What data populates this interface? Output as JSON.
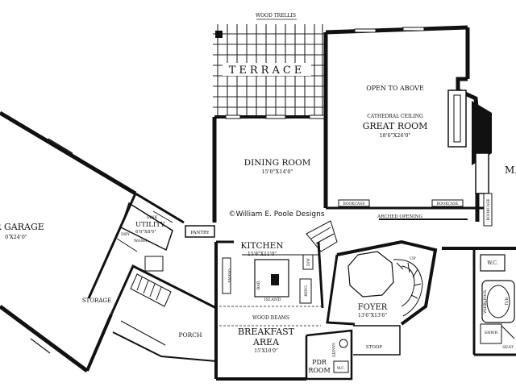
{
  "labels": {
    "wood_trellis": "WOOD TRELLIS",
    "terrace": "TERRACE",
    "open_to_above": "OPEN TO ABOVE",
    "cathedral_ceiling": "CATHEDRAL CEILING",
    "great_room": "GREAT ROOM",
    "great_room_dim": "18'6\"X26'0\"",
    "master_partial": "M.",
    "dining_room": "DINING ROOM",
    "dining_room_dim": "15'0\"X14'0\"",
    "credit": "©William E. Poole Designs",
    "bookcase_left": "BOOKCASE",
    "bookcase_right": "BOOKCASE",
    "bookcase_vert": "BOOKCASE",
    "arched_opening": "ARCHED OPENING",
    "garage": "R GARAGE",
    "garage_dim": "0'X24'0\"",
    "utility": "UTILITY",
    "utility_dim": "6'0\"X8'0\"",
    "sink": "SINK",
    "dry": "DRY",
    "wash": "WASH",
    "pantry": "PANTRY",
    "kitchen": "KITCHEN",
    "kitchen_dim": "15'8\"X11'0\"",
    "ovens": "OVENS",
    "bar": "BAR",
    "island": "ISLAND",
    "refg": "REFG",
    "dw": "D/W",
    "storage": "STORAGE",
    "wood_beams": "WOOD BEAMS",
    "breakfast": "BREAKFAST",
    "area": "AREA",
    "breakfast_dim": "15'X10'0\"",
    "porch": "PORCH",
    "foyer": "FOYER",
    "foyer_dim": "13'6\"X13'6\"",
    "up": "UP",
    "vanity": "VANITY",
    "stoop": "STOOP",
    "pdr_room": "PDR",
    "pdr_room2": "ROOM",
    "wc_small": "W.C.",
    "wc": "W.C.",
    "whirlpool": "WHIRLPOOL",
    "tub": "TUB",
    "shwr": "SHWR",
    "seat": "SEAT"
  }
}
